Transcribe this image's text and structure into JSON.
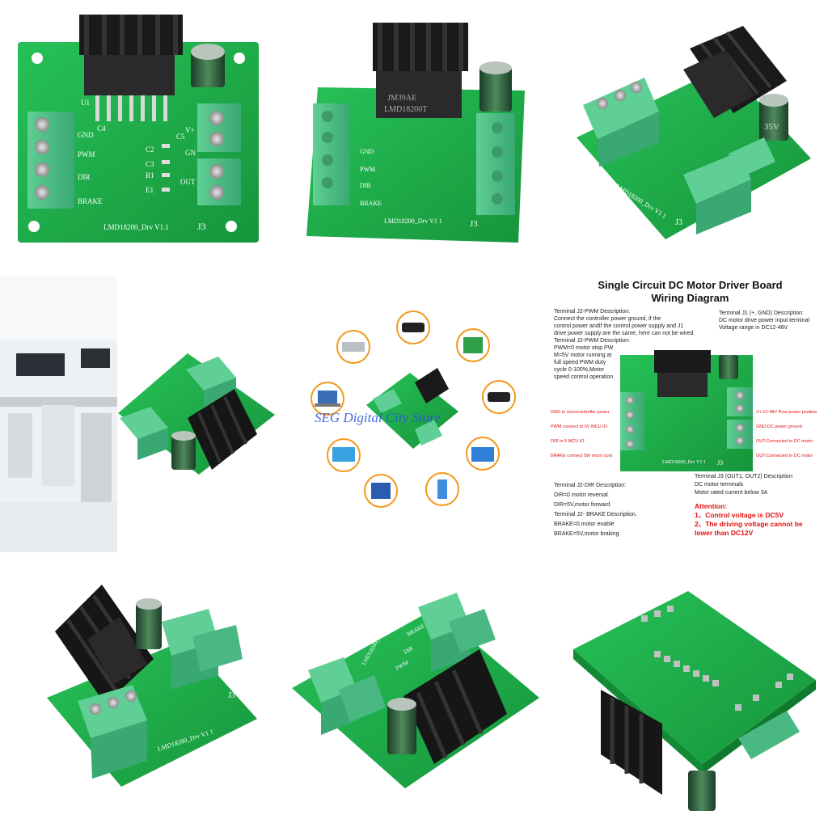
{
  "silkscreen": {
    "board_label": "LMD18200_Drv V1.1",
    "board_label_alt": "LMD18200_Drv V1 1",
    "j3": "J3",
    "u1": "U1",
    "c4": "C4",
    "c5": "C5",
    "c2": "C2",
    "c3": "C3",
    "r1": "R1",
    "e1": "E1",
    "gnd": "GND",
    "pwm": "PWM",
    "dir": "DIR",
    "brake": "BRAKE",
    "vplus": "V+",
    "gn": "GN",
    "out": "OUT",
    "chip_line1": "JM39AE",
    "chip_line2": "LMD18200T",
    "cap_label": "35V"
  },
  "store_watermark": "SEG Digital City Store",
  "wiring_diagram": {
    "title_line1": "Single Circuit DC Motor Driver Board",
    "title_line2": "Wiring Diagram",
    "pwm_desc_lines": [
      "Terminal J2-PWM Description:",
      "Connect the controller power ground, if the",
      "control power andIf the control power supply and J1",
      "drive power supply are the same, here can not be wired.",
      "Terminal J2-PWM Description:",
      "PWM=0 motor stop PW",
      "M=5V motor running at",
      "full speed PWM duty",
      "cycle 0-100%,Motor",
      "speed control operation"
    ],
    "j1_desc_lines": [
      "Terminal J1 (+, GND) Description:",
      "DC motor drive power input terminal",
      "Voltage range in DC12-48V"
    ],
    "left_red_labels": [
      "GND to microcontroller power",
      "PWM connect to 5V MCU IO",
      "DIR to 5 MCU IO",
      "BRAKE connect 5W micro cont"
    ],
    "right_red_labels": [
      "V+:12-48V Row power positive",
      "GND:DC power ground",
      "OUT:Connected to DC motor",
      "OUT:Connected to DC motor"
    ],
    "dir_desc_lines": [
      "Terminal J2-DIR Description:",
      "DIR=0 motor reversal",
      "DIR=5V,motor forward",
      "Terminal J2- BRAKE Description.",
      "BRAKE=0,motor enable",
      "BRAKE=5V,motor braking"
    ],
    "j3_desc_lines": [
      "Terminal J3 (OUT1, OUT2) Description:",
      "DC motor terminals",
      "Motor rated current below 3A"
    ],
    "attention_title": "Attention:",
    "attention_lines": [
      "1、Control voltage is DC5V",
      "2、The driving voltage cannot be",
      "lower than DC12V"
    ]
  },
  "colors": {
    "pcb_green": "#1fb04a",
    "pcb_dark": "#138a35",
    "terminal_green": "#49b883",
    "heatsink": "#1a1a1a",
    "capacitor": "#2e5a3a",
    "watermark_blue": "#2a52d8",
    "attention_red": "#e01010"
  }
}
